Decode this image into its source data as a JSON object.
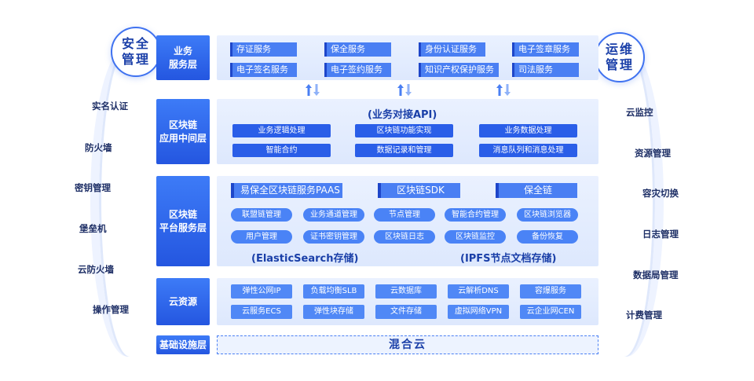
{
  "left_badge": "安全管理",
  "right_badge": "运维管理",
  "security_items": [
    "实名认证",
    "防火墙",
    "密钥管理",
    "堡垒机",
    "云防火墙",
    "操作管理"
  ],
  "ops_items": [
    "云监控",
    "资源管理",
    "容灾切换",
    "日志管理",
    "数据局管理",
    "计费管理"
  ],
  "layers": {
    "business": {
      "label_line1": "业务",
      "label_line2": "服务层",
      "services": [
        "存证服务",
        "保全服务",
        "身份认证服务",
        "电子签章服务",
        "电子签名服务",
        "电子签约服务",
        "知识产权保护服务",
        "司法服务"
      ]
    },
    "middleware": {
      "label_line1": "区块链",
      "label_line2": "应用中间层",
      "heading": "(业务对接API)",
      "buttons": [
        "业务逻辑处理",
        "区块链功能实现",
        "业务数据处理",
        "智能合约",
        "数据记录和管理",
        "消息队列和消息处理"
      ]
    },
    "platform": {
      "label_line1": "区块链",
      "label_line2": "平台服务层",
      "bars": [
        "易保全区块链服务PAAS",
        "区块链SDK",
        "保全链"
      ],
      "pills": [
        "联盟链管理",
        "业务通道管理",
        "节点管理",
        "智能合约管理",
        "区块链浏览器",
        "用户管理",
        "证书密钥管理",
        "区块链日志",
        "区块链监控",
        "备份恢复"
      ],
      "storage_left": "(ElasticSearch存储)",
      "storage_right": "(IPFS节点文档存储)"
    },
    "cloud": {
      "label": "云资源",
      "items": [
        "弹性公网IP",
        "负载均衡SLB",
        "云数据库",
        "云解析DNS",
        "容爆服务",
        "云服务ECS",
        "弹性块存储",
        "文件存储",
        "虚拟网络VPN",
        "云企业网CEN"
      ]
    },
    "infra": {
      "label": "基础设施层",
      "content": "混合云"
    }
  },
  "colors": {
    "primary": "#2a5ee8",
    "light": "#4a7ff3",
    "panel": "#e3ecfe",
    "text": "#1a3fa8"
  }
}
